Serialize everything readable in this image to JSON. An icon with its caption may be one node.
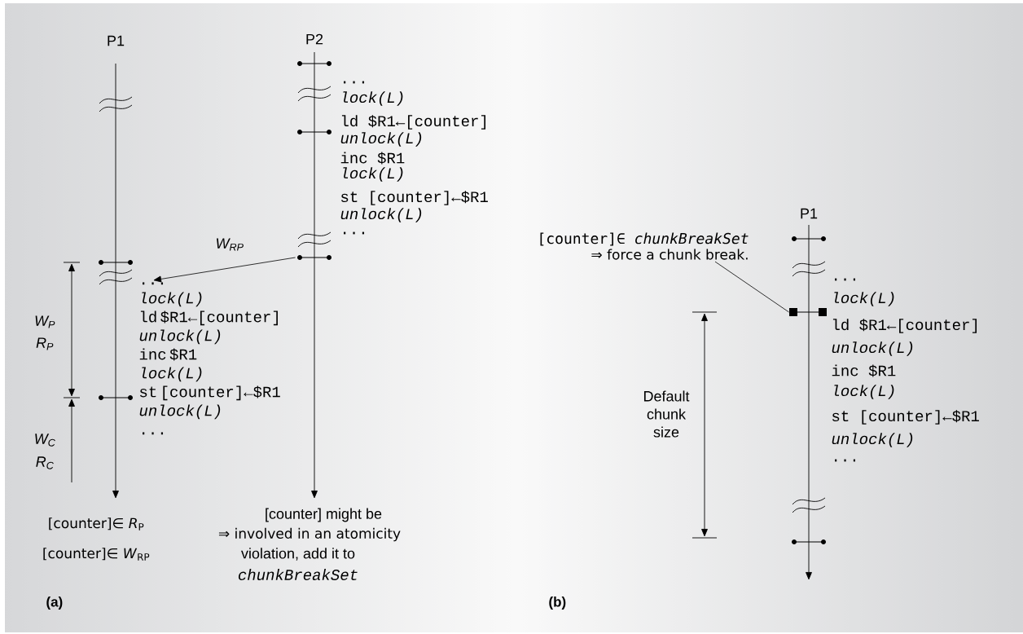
{
  "diagram": {
    "nodes": [
      {
        "text": [],
        "shape": "bar"
      },
      {
        "text": [
          "...",
          "lock(L)",
          "ld $R1←[counter]",
          "unlock(L)",
          "inc $R1",
          "lock(L)",
          "st [counter]←$R1",
          "unlock(L)",
          "..."
        ]
      },
      {
        "text": [
          "[counter]∈ *chunkBreakSet*",
          "⇒ force a chunk break."
        ]
      },
      {
        "text": [],
        "shape": "bar"
      }
    ],
    "edges": [
      {
        "from": 0,
        "to": 1,
        "arrow": "to",
        "label": "W$_{RP}$"
      },
      {
        "from": 2,
        "to": 3,
        "arrow": "none"
      }
    ],
    "labels": [
      "P1",
      "P2",
      "...",
      "lock(L)",
      "ld $R1←[counter]",
      "unlock(L)",
      "inc $R1",
      "lock(L)",
      "st [counter]←$R1",
      "unlock(L)",
      "...",
      "W$_{P}$",
      "R$_{P}$",
      "W$_{C}$",
      "R$_{C}$",
      "[counter]∈ *R*$_{P}$",
      "[counter]∈ *W*$_{RP}$",
      "[counter] might be",
      "⇒ involved in an atomicity",
      "violation, add it to",
      "chunkBreakSet",
      "(a)",
      "P1",
      "Default chunk size",
      "...",
      "lock(L)",
      "ld $R1←[counter]",
      "unlock(L)",
      "inc $R1",
      "lock(L)",
      "st [counter]←$R1",
      "unlock(L)",
      "...",
      "(b)"
    ]
  }
}
